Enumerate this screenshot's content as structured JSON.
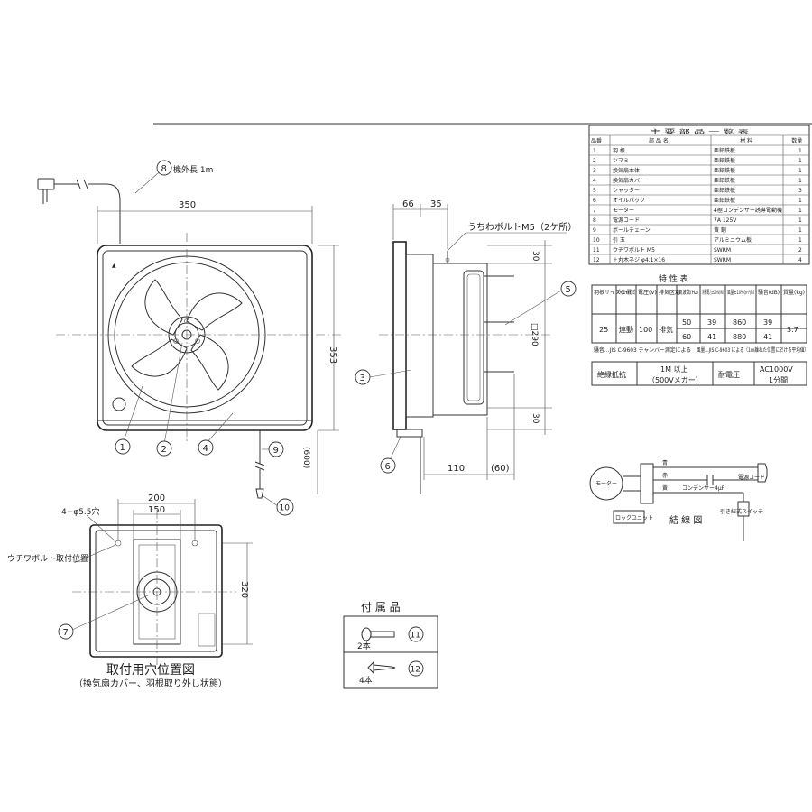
{
  "parts_table": {
    "title": "主 要 部 品 一 覧 表",
    "headers": [
      "品番",
      "部 品 名",
      "材 料",
      "数量"
    ],
    "rows": [
      [
        "1",
        "羽 根",
        "亜鉛鉄板",
        "1"
      ],
      [
        "2",
        "ツマミ",
        "亜鉛鉄板",
        "1"
      ],
      [
        "3",
        "換気扇本体",
        "亜鉛鉄板",
        "1"
      ],
      [
        "4",
        "換気扇カバー",
        "亜鉛鉄板",
        "1"
      ],
      [
        "5",
        "シャッター",
        "亜鉛鉄板",
        "3"
      ],
      [
        "6",
        "オイルパック",
        "亜鉛鉄板",
        "1"
      ],
      [
        "7",
        "モーター",
        "4極コンデンサー誘導電動機",
        "1"
      ],
      [
        "8",
        "電源コード",
        "7A 125V",
        "1"
      ],
      [
        "9",
        "ボールチェーン",
        "黄 銅",
        "1"
      ],
      [
        "10",
        "引 玉",
        "アルミニウム板",
        "1"
      ],
      [
        "11",
        "ウチワボルト M5",
        "SWRM",
        "2"
      ],
      [
        "12",
        "＋丸木ネジ φ4.1×16",
        "SWRM",
        "4"
      ]
    ]
  },
  "spec_table": {
    "title": "特 性 表",
    "headers": [
      "羽根サイズ(cm)",
      "シャッター開閉方式",
      "電圧(V)",
      "排気区別",
      "周波数(Hz)",
      "消費電力±20%(W)",
      "風量±10%(m³/h)",
      "騒音(dB)",
      "質量(kg)"
    ],
    "size": "25",
    "shutter": "連動",
    "voltage": "100",
    "mode": "排気",
    "rows": [
      [
        "50",
        "39",
        "860",
        "39"
      ],
      [
        "60",
        "41",
        "880",
        "41"
      ]
    ],
    "mass": "3.7",
    "notes": [
      "騒音…JIS C-9603 チャンバー測定による",
      "風量…JIS C-9603 による（1m離れた位置に於ける平均値）"
    ]
  },
  "insulation": {
    "label1": "絶縁抵抗",
    "value1a": "1M 以上",
    "value1b": "（500Vメガー）",
    "label2": "耐電圧",
    "value2a": "AC1000V",
    "value2b": "1分間"
  },
  "wiring": {
    "title": "結 線 図",
    "motor": "モーター",
    "cord": "電源コード",
    "capacitor": "コンデンサー4μF",
    "switch": "引き紐式スイッチ",
    "unit": "ロックユニット",
    "wire_labels": [
      "青",
      "赤",
      "黄"
    ]
  },
  "front_view": {
    "dim_width": "350",
    "dim_height": "353",
    "dim_chain": "(600)",
    "cord_label": "機外長 1m"
  },
  "side_view": {
    "dim_a": "66",
    "dim_b": "35",
    "bolt_label": "うちわボルトM5（2ケ所）",
    "dim_top": "30",
    "dim_mid": "□290",
    "dim_bottom": "30",
    "dim_depth": "110",
    "dim_depth2": "(60)"
  },
  "mount_view": {
    "hole_label": "4−φ5.5穴",
    "dim_200": "200",
    "dim_150": "150",
    "dim_320": "320",
    "bolt_pos_label": "ウチワボルト取付位置",
    "title": "取付用穴位置図",
    "subtitle": "（換気扇カバー、羽根取り外し状態）"
  },
  "accessories": {
    "title": "付 属 品",
    "item1_qty": "2本",
    "item1_no": "11",
    "item2_qty": "4本",
    "item2_no": "12"
  },
  "callouts": [
    "1",
    "2",
    "3",
    "4",
    "5",
    "6",
    "7",
    "8",
    "9",
    "10"
  ]
}
